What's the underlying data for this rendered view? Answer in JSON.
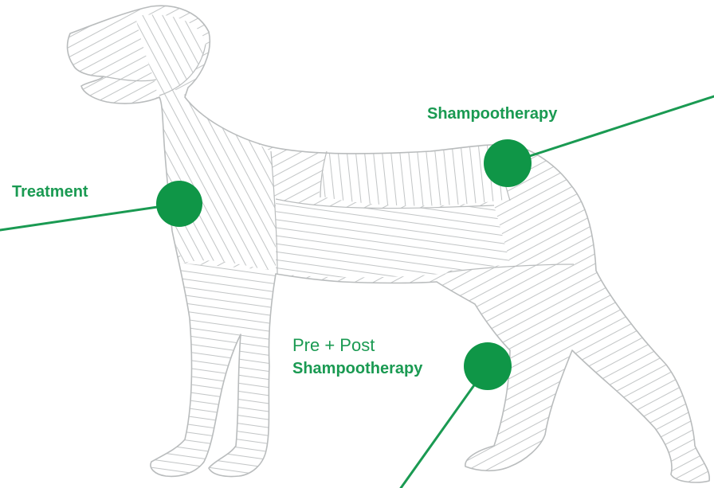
{
  "colors": {
    "accent": "#0f9647",
    "text": "#1a9a52",
    "linework": "#c3c6c7"
  },
  "labels": {
    "treatment": "Treatment",
    "shampoo_top": "Shampootherapy",
    "prepost_line1": "Pre + Post",
    "prepost_line2": "Shampootherapy"
  },
  "illustration": {
    "subject": "dog-line-drawing"
  }
}
